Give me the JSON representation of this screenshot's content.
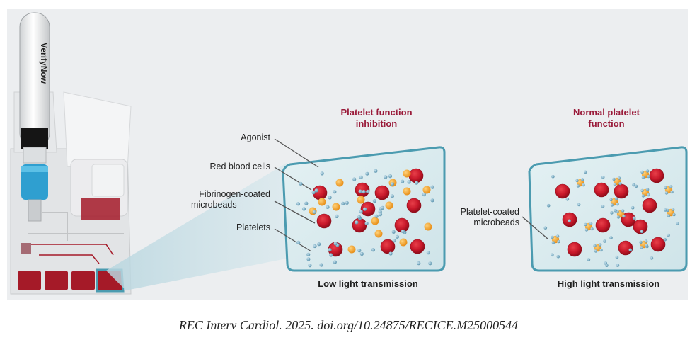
{
  "device": {
    "brand": "VerifyNow",
    "cartridge_text": "VerifyNow"
  },
  "panels": {
    "inhibition": {
      "title_line1": "Platelet function",
      "title_line2": "inhibition",
      "caption": "Low light transmission"
    },
    "normal": {
      "title_line1": "Normal platelet",
      "title_line2": "function",
      "caption": "High light transmission"
    }
  },
  "labels": {
    "agonist": "Agonist",
    "red_blood_cells": "Red blood cells",
    "fibrinogen_line1": "Fibrinogen-coated",
    "fibrinogen_line2": "microbeads",
    "platelets": "Platelets",
    "platelet_coated_line1": "Platelet-coated",
    "platelet_coated_line2": "microbeads"
  },
  "citation": "REC Interv Cardiol. 2025. doi.org/10.24875/RECICE.M25000544",
  "colors": {
    "background_panel": "#eceef0",
    "vessel_fill": "#d8ebee",
    "vessel_stroke": "#4b9bb0",
    "red_cell": "#c8182a",
    "bead": "#f3a21f",
    "platelet": "#7fb2c8",
    "title_red": "#9a1b3a",
    "tube_cap": "#2f9fd0"
  }
}
